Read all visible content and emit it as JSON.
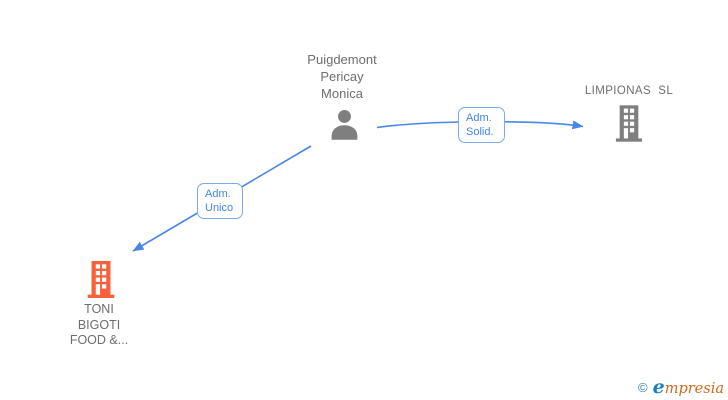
{
  "diagram": {
    "nodes": {
      "person": {
        "label": "Puigdemont\nPericay\nMonica",
        "type": "person"
      },
      "company_right": {
        "label": "LIMPIONAS  SL",
        "type": "company"
      },
      "company_left": {
        "label": "TONI\nBIGOTI\nFOOD &...",
        "type": "company"
      }
    },
    "edges": [
      {
        "from": "person",
        "to": "company_right",
        "label": "Adm.\nSolid."
      },
      {
        "from": "person",
        "to": "company_left",
        "label": "Adm.\nUnico"
      }
    ],
    "colors": {
      "edge_blue": "#4a86e8",
      "label_border": "#7aa9ef",
      "label_text": "#4285f4",
      "node_gray": "#7f7f7f",
      "text_gray": "#6e6e6e",
      "company_orange": "#f8613a",
      "logo_teal": "#2e86a1",
      "logo_blue": "#1d7fc0",
      "logo_orange": "#cf6a1d"
    }
  },
  "footer": {
    "copyright_symbol": "©",
    "brand_first_letter": "e",
    "brand_remainder": "mpresia"
  }
}
